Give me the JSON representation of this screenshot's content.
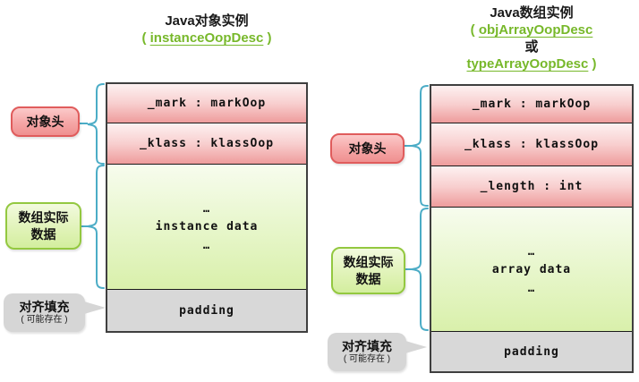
{
  "colors": {
    "brace": "#4bacc6",
    "link_green": "#77b82a",
    "pink_row_top": "#fdf1f1",
    "pink_row_bottom": "#ee9c9c",
    "green_row_top": "#f7fcee",
    "green_row_bottom": "#d9f0ab",
    "gray_fill": "#d8d8d8",
    "pink_label_border": "#e05c5c",
    "green_label_border": "#93c840"
  },
  "left_diagram": {
    "title": "Java对象实例",
    "subtitle": {
      "open": "( ",
      "link": "instanceOopDesc",
      "close": " )"
    },
    "rows": {
      "mark": "_mark : markOop",
      "klass": "_klass : klassOop",
      "ellipsis": "…",
      "data": "instance data",
      "padding": "padding"
    },
    "labels": {
      "header": "对象头",
      "data_line1": "数组实际",
      "data_line2": "数据",
      "align_title": "对齐填充",
      "align_note": "( 可能存在 )"
    }
  },
  "right_diagram": {
    "title": "Java数组实例",
    "subtitle": {
      "open": "( ",
      "link1": "objArrayOopDesc",
      "or": "或",
      "link2": "typeArrayOopDesc",
      "close": " )"
    },
    "rows": {
      "mark": "_mark : markOop",
      "klass": "_klass : klassOop",
      "length": "_length : int",
      "ellipsis": "…",
      "data": "array data",
      "padding": "padding"
    },
    "labels": {
      "header": "对象头",
      "data_line1": "数组实际",
      "data_line2": "数据",
      "align_title": "对齐填充",
      "align_note": "( 可能存在 )"
    }
  }
}
